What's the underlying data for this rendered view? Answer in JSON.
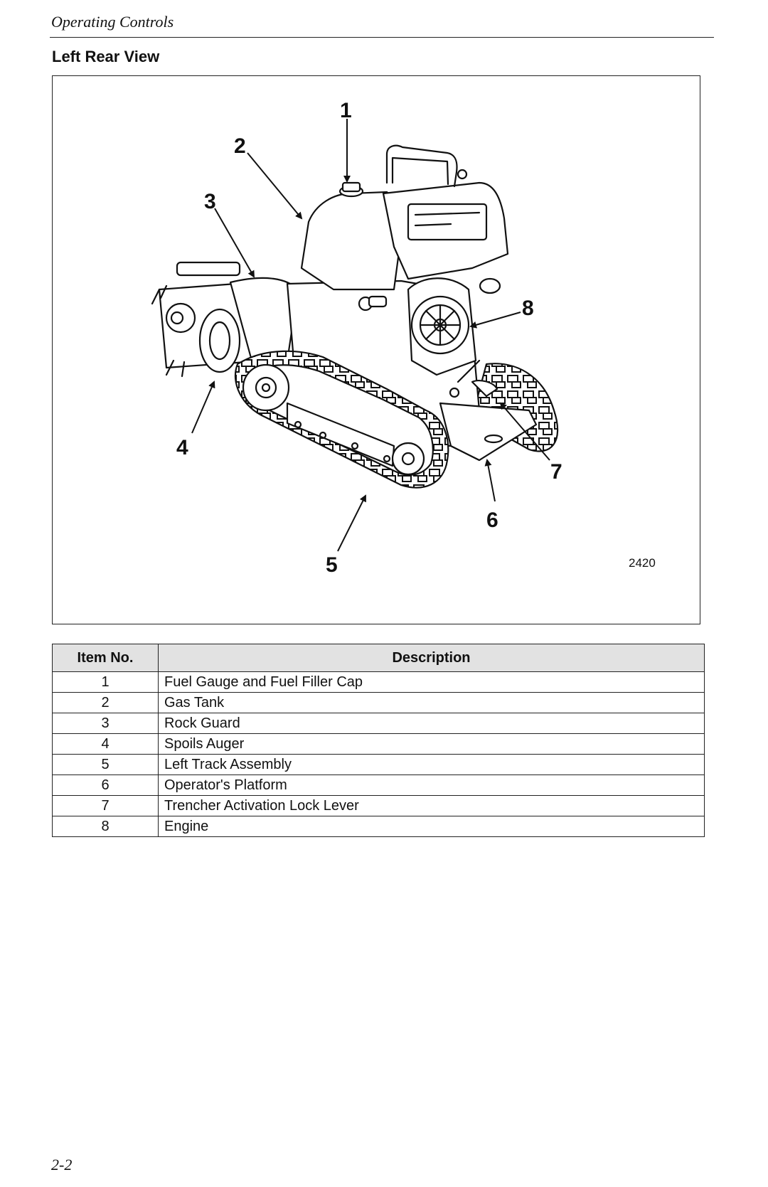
{
  "header": {
    "section": "Operating Controls"
  },
  "title": "Left Rear View",
  "figure": {
    "number": "2420",
    "callouts": [
      "1",
      "2",
      "3",
      "4",
      "5",
      "6",
      "7",
      "8"
    ]
  },
  "table": {
    "headers": [
      "Item No.",
      "Description"
    ],
    "rows": [
      [
        "1",
        "Fuel Gauge and Fuel Filler Cap"
      ],
      [
        "2",
        "Gas Tank"
      ],
      [
        "3",
        "Rock Guard"
      ],
      [
        "4",
        "Spoils Auger"
      ],
      [
        "5",
        "Left Track Assembly"
      ],
      [
        "6",
        "Operator's Platform"
      ],
      [
        "7",
        "Trencher Activation Lock Lever"
      ],
      [
        "8",
        "Engine"
      ]
    ]
  },
  "footer": {
    "page": "2-2"
  }
}
